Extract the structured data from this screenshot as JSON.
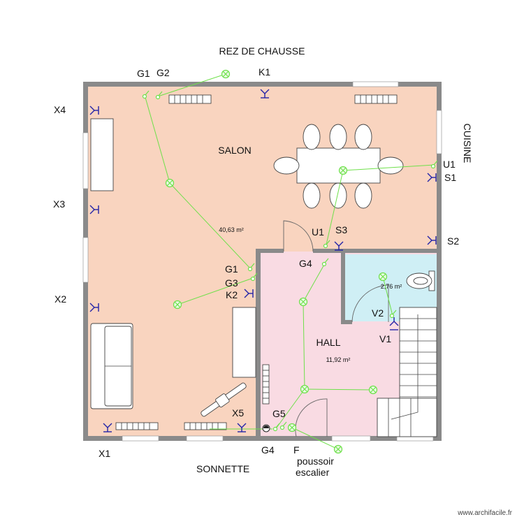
{
  "title": "REZ DE CHAUSSE",
  "side_label": "CUISINE",
  "rooms": [
    {
      "name": "SALON",
      "area": "40,63 m²"
    },
    {
      "name": "HALL",
      "area": "11,92 m²"
    },
    {
      "name": "",
      "area": "2,76 m²"
    }
  ],
  "labels": {
    "G1_top": "G1",
    "G2": "G2",
    "K1": "K1",
    "X4": "X4",
    "X3": "X3",
    "X2": "X2",
    "X1": "X1",
    "X5": "X5",
    "U1_right": "U1",
    "S1": "S1",
    "S2": "S2",
    "U1_mid": "U1",
    "S3": "S3",
    "G4_mid": "G4",
    "G1_mid": "G1",
    "G3": "G3",
    "K2": "K2",
    "V2": "V2",
    "V1": "V1",
    "G5": "G5",
    "G4_bot": "G4",
    "F": "F",
    "sonnette": "SONNETTE",
    "poussoir": "poussoir",
    "escalier": "escalier"
  },
  "footer": "www.archifacile.fr",
  "colors": {
    "salon": "#f9d4bf",
    "hall": "#f9dbe3",
    "wc": "#cfeff5",
    "wall": "#8a8a8a",
    "wire": "#6ee04a",
    "socket": "#2323a8"
  }
}
